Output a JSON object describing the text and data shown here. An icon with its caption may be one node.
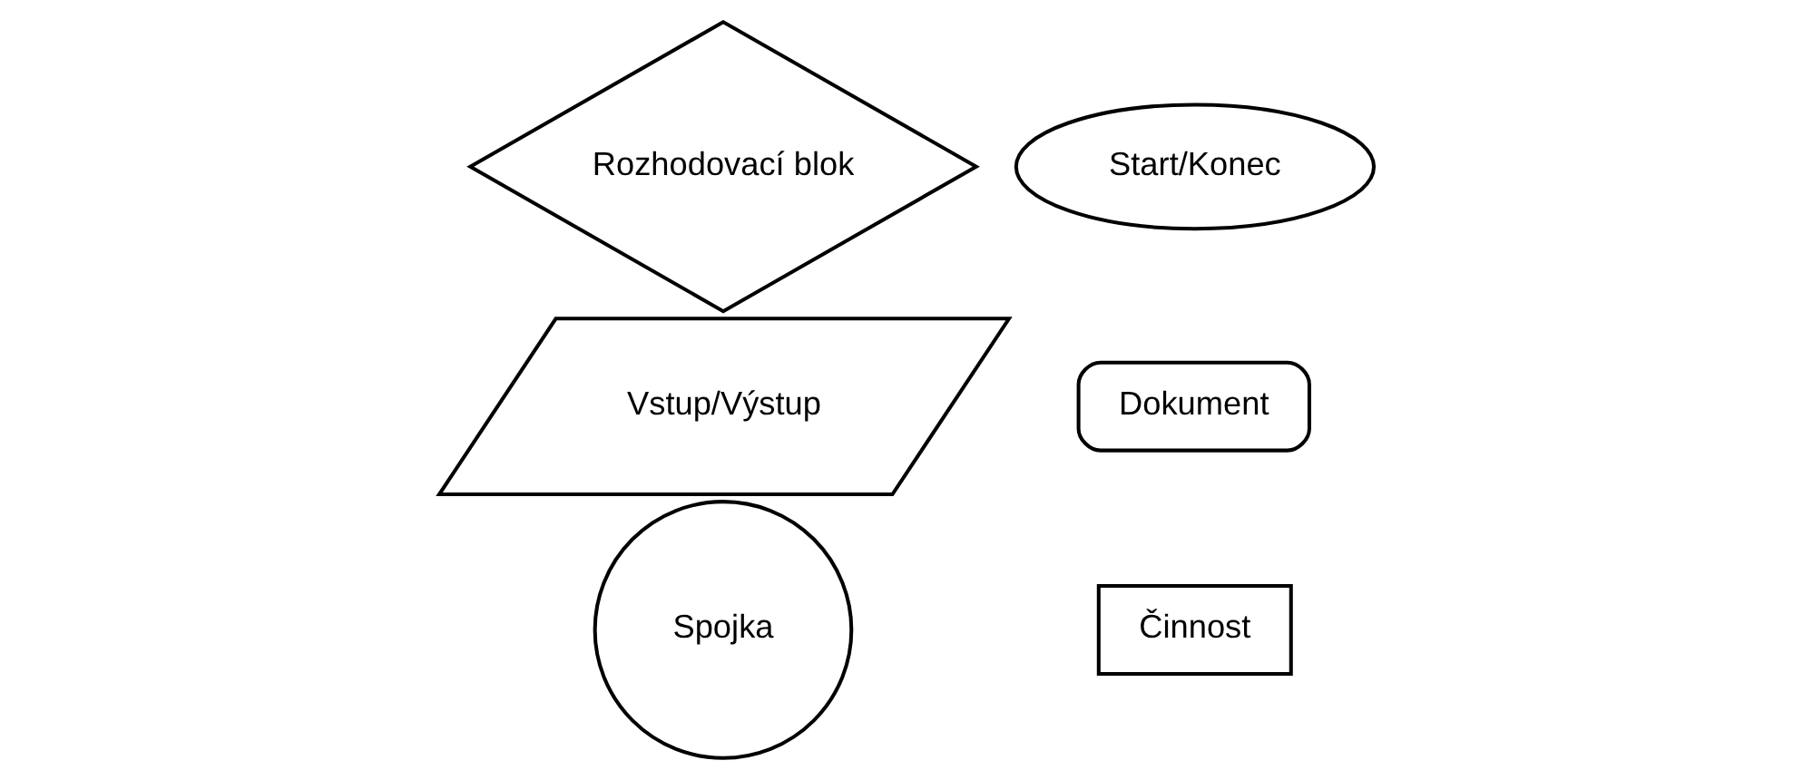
{
  "diagram": {
    "nodes": [
      {
        "text": [
          "Start/Konec"
        ]
      },
      {
        "text": [
          "Činnost"
        ]
      },
      {
        "text": [
          "Rozhodovací blok"
        ]
      },
      {
        "text": [
          "Dokument"
        ]
      },
      {
        "text": [
          "Vstup/Výstup"
        ]
      },
      {
        "text": [
          "Spojka"
        ]
      }
    ]
  }
}
